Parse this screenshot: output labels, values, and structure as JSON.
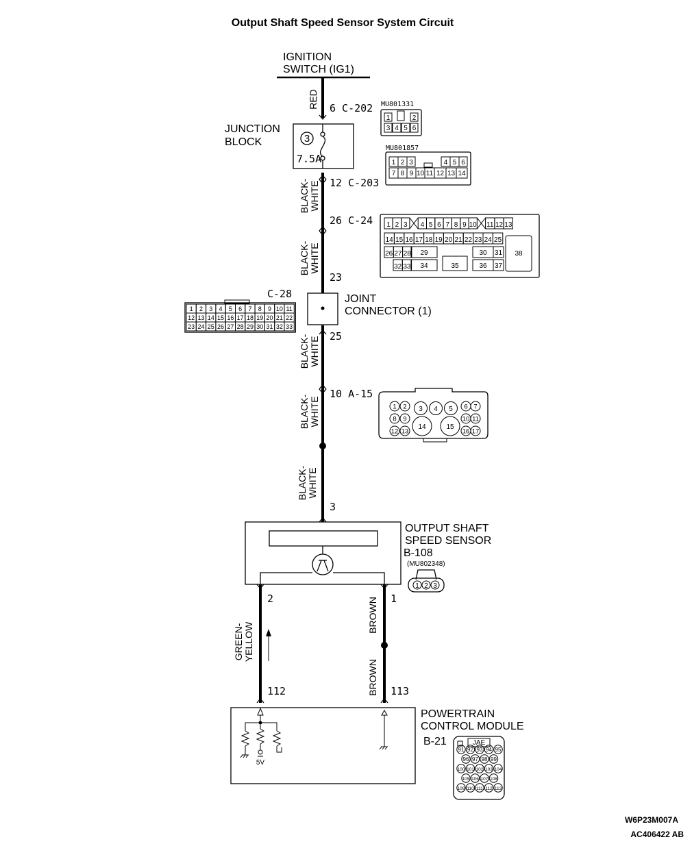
{
  "title": "Output Shaft Speed Sensor System Circuit",
  "ignition": {
    "line1": "IGNITION",
    "line2": "SWITCH (IG1)"
  },
  "junction_block": {
    "line1": "JUNCTION",
    "line2": "BLOCK",
    "fuse_no": "3",
    "fuse_rating": "7.5A"
  },
  "joint_connector": {
    "line1": "JOINT",
    "line2": "CONNECTOR (1)"
  },
  "sensor": {
    "line1": "OUTPUT SHAFT",
    "line2": "SPEED SENSOR",
    "connector": "B-108",
    "part": "(MU802348)"
  },
  "pcm": {
    "line1": "POWERTRAIN",
    "line2": "CONTROL MODULE",
    "connector": "B-21",
    "jae": "JAE",
    "voltage": "5V"
  },
  "wires": {
    "red": "RED",
    "bw1": [
      "BLACK-",
      "WHITE"
    ],
    "bw2": [
      "BLACK-",
      "WHITE"
    ],
    "bw3": [
      "BLACK-",
      "WHITE"
    ],
    "bw4": [
      "BLACK-",
      "WHITE"
    ],
    "bw5": [
      "BLACK-",
      "WHITE"
    ],
    "green_yellow": [
      "GREEN-",
      "YELLOW"
    ],
    "brown1": "BROWN",
    "brown2": "BROWN"
  },
  "pins": {
    "c202": "6 C-202",
    "c203": "12 C-203",
    "c24": "26 C-24",
    "p23": "23",
    "p25": "25",
    "a15": "10 A-15",
    "p3": "3",
    "p2": "2",
    "p1": "1",
    "p112": "112",
    "p113": "113"
  },
  "connectors": {
    "mu801331": {
      "part": "MU801331",
      "row1": [
        "1",
        "",
        "2"
      ],
      "row2": [
        "3",
        "4",
        "5",
        "6"
      ]
    },
    "mu801857": {
      "part": "MU801857",
      "row1": [
        "1",
        "2",
        "3",
        "4",
        "5",
        "6"
      ],
      "row2": [
        "7",
        "8",
        "9",
        "10",
        "11",
        "12",
        "13",
        "14"
      ]
    },
    "c24": {
      "row1": [
        "1",
        "2",
        "3",
        "4",
        "5",
        "6",
        "7",
        "8",
        "9",
        "10",
        "11",
        "12",
        "13"
      ],
      "row2": [
        "14",
        "15",
        "16",
        "17",
        "18",
        "19",
        "20",
        "21",
        "22",
        "23",
        "24",
        "25"
      ],
      "row3": [
        "26",
        "27",
        "28",
        "29",
        "30",
        "31"
      ],
      "row4": [
        "32",
        "33",
        "34",
        "35",
        "36",
        "37"
      ],
      "big": "38"
    },
    "c28": {
      "label": "C-28",
      "row1": [
        "1",
        "2",
        "3",
        "4",
        "5",
        "6",
        "7",
        "8",
        "9",
        "10",
        "11"
      ],
      "row2": [
        "12",
        "13",
        "14",
        "15",
        "16",
        "17",
        "18",
        "19",
        "20",
        "21",
        "22"
      ],
      "row3": [
        "23",
        "24",
        "25",
        "26",
        "27",
        "28",
        "29",
        "30",
        "31",
        "32",
        "33"
      ]
    },
    "a15": {
      "small": [
        "1",
        "2",
        "6",
        "7",
        "8",
        "9",
        "10",
        "11",
        "12",
        "13",
        "16",
        "17"
      ],
      "mid": [
        "3",
        "4",
        "5"
      ],
      "large": [
        "14",
        "15"
      ]
    },
    "b108": [
      "1",
      "2",
      "3"
    ],
    "b21": {
      "row1": [
        "91",
        "92",
        "93",
        "94",
        "95"
      ],
      "row2": [
        "96",
        "97",
        "98",
        "99"
      ],
      "row3": [
        "100",
        "101",
        "102",
        "103",
        "104"
      ],
      "row4": [
        "105",
        "106",
        "107",
        "108"
      ],
      "row5": [
        "109",
        "110",
        "111",
        "112",
        "113"
      ]
    }
  },
  "footer": {
    "code1": "W6P23M007A",
    "code2": "AC406422 AB"
  }
}
